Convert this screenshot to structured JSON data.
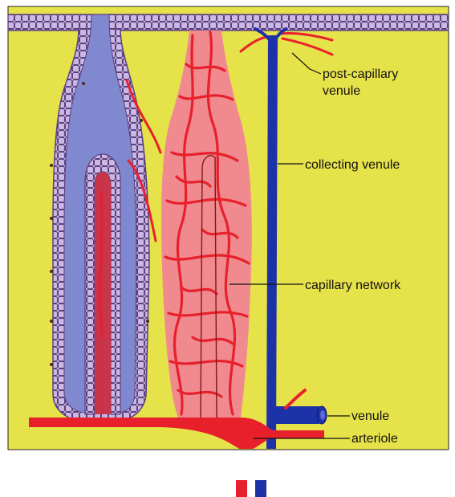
{
  "figure": {
    "labels": {
      "post_capillary_venule_line1": "post-capillary",
      "post_capillary_venule_line2": "venule",
      "collecting_venule": "collecting venule",
      "capillary_network": "capillary network",
      "venule": "venule",
      "arteriole": "arteriole"
    },
    "colors": {
      "background": "#ffffff",
      "lamina_propria": "#e6e24a",
      "epithelium_cell": "#c9b7e2",
      "epithelium_outline": "#5a3f7e",
      "crypt_lumen": "#8088cf",
      "villus_core": "#f08a8e",
      "arterial": "#e8202c",
      "venous": "#1e32a8",
      "muscularis_band": "#f6a21e",
      "muscularis_dots": "#e84a2c"
    }
  }
}
